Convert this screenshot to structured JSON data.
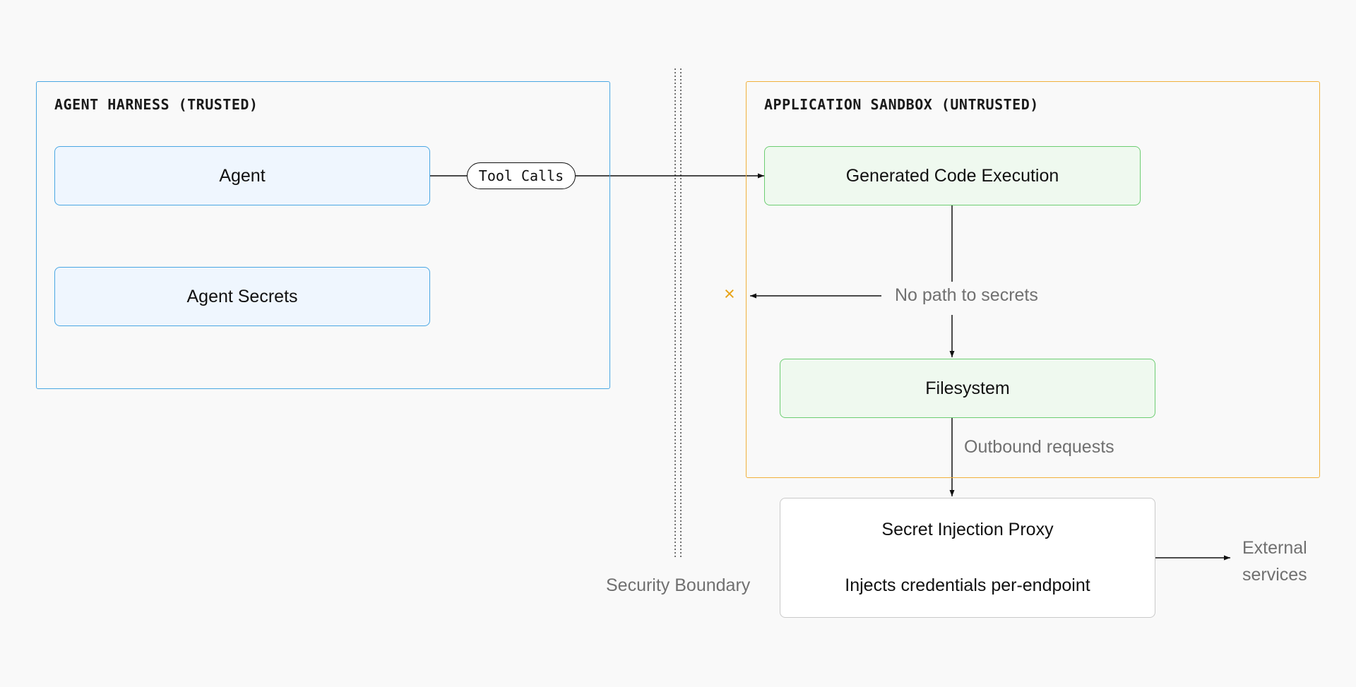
{
  "harness": {
    "title": "AGENT HARNESS (TRUSTED)",
    "agent_label": "Agent",
    "secrets_label": "Agent Secrets",
    "tool_calls_label": "Tool Calls",
    "border_color": "#4aa7e3"
  },
  "sandbox": {
    "title": "APPLICATION SANDBOX (UNTRUSTED)",
    "execution_label": "Generated Code Execution",
    "filesystem_label": "Filesystem",
    "no_path_label": "No path to secrets",
    "blocked_icon": "×",
    "outbound_label": "Outbound requests",
    "border_color": "#f1b13d"
  },
  "boundary": {
    "label": "Security Boundary"
  },
  "proxy": {
    "title": "Secret Injection Proxy",
    "subtitle": "Injects credentials per-endpoint"
  },
  "external": {
    "line1": "External",
    "line2": "services"
  },
  "colors": {
    "blocked_marker": "#e8a317",
    "node_green_border": "#6dcd72",
    "node_blue_border": "#4aa7e3",
    "arrow": "#111111"
  }
}
